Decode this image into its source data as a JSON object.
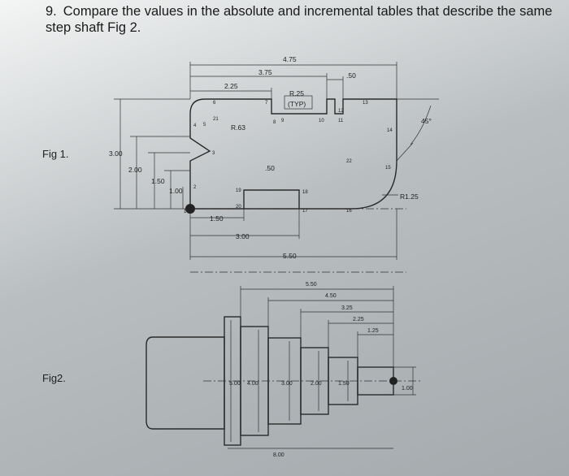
{
  "question": {
    "number": "9.",
    "text": "Compare the values in the absolute and incremental tables that describe the same step shaft Fig 2."
  },
  "fig1": {
    "label": "Fig 1.",
    "dimensions": [
      "4.75",
      "3.75",
      ".50",
      "2.25",
      "R.25",
      "(TYP)",
      "R.63",
      "3.00",
      "2.00",
      "1.50",
      "1.00",
      ".50",
      "1.50",
      "3.00",
      "5.50",
      "R1.25",
      "45°"
    ],
    "points": [
      "1",
      "2",
      "3",
      "4",
      "5",
      "6",
      "7",
      "8",
      "9",
      "10",
      "11",
      "12",
      "13",
      "14",
      "15",
      "16",
      "17",
      "18",
      "19",
      "20",
      "21",
      "22"
    ]
  },
  "fig2": {
    "label": "Fig2.",
    "dimensions": [
      "5.50",
      "4.50",
      "3.25",
      "2.25",
      "1.25",
      "5.00",
      "4.00",
      "3.00",
      "2.00",
      "1.50",
      "1.00",
      "8.00"
    ]
  }
}
